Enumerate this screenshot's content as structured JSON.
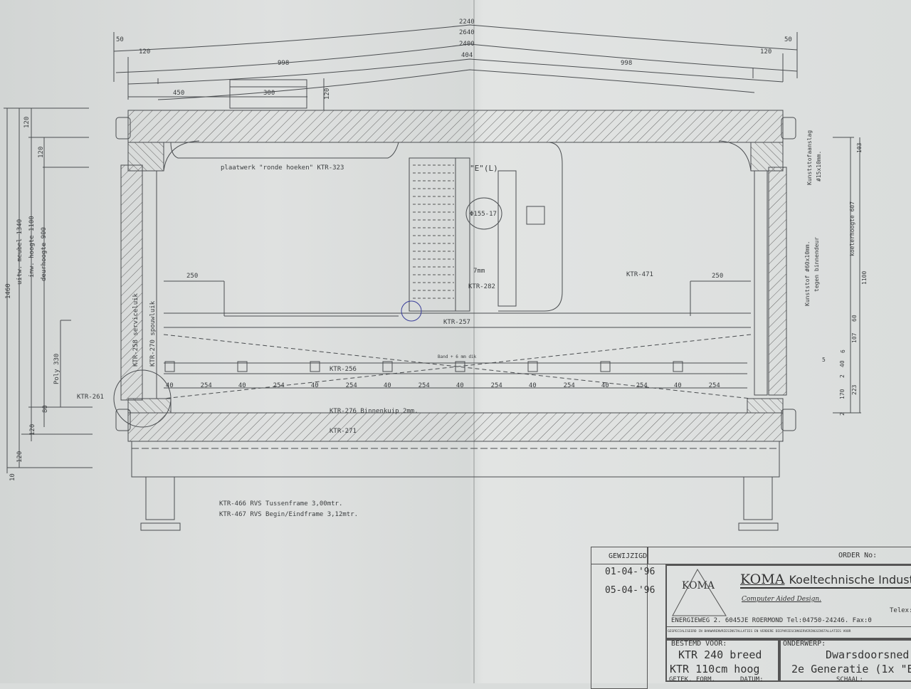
{
  "top_dims": {
    "d2240": "2240",
    "d2640": "2640",
    "d2400": "2400",
    "d404": "404",
    "d50_left": "50",
    "d50_right": "50",
    "d120_left": "120",
    "d120_right": "120",
    "d998_left": "998",
    "d998_right": "998",
    "d450": "450",
    "d300": "300",
    "d120_box": "120"
  },
  "left_dims": {
    "d1460": "1460",
    "uitw": "uitw. meubel 1340",
    "inw": "inw. hoogte 1100",
    "deur": "deurhoogte 900",
    "poly": "Poly 330",
    "d80": "80",
    "d120_a": "120",
    "d120_b": "120",
    "d120_c": "120",
    "d120_d": "120",
    "d10": "10"
  },
  "right_dims": {
    "d103": "103",
    "koeler": "koelerhoogte 607",
    "d1100": "1100",
    "d60": "60",
    "d107": "107",
    "d6": "6",
    "d5": "5",
    "d2": "2",
    "d40": "40",
    "d170": "170",
    "d223": "223",
    "d2b": "2",
    "kunststof_aanslag": "Kunststofaanslag",
    "aanslag_size": "#15x10mm.",
    "kunststof_deur": "Kunststof #60x10mm.",
    "tegen": "tegen binnendeur"
  },
  "labels": {
    "plaatwerk": "plaatwerk \"ronde hoeken\" KTR-323",
    "e_label": "\"E\"(L)",
    "phi": "Φ155-17",
    "mm7": "7mm",
    "ktr282": "KTR-282",
    "ktr471": "KTR-471",
    "ktr257": "KTR-257",
    "d250_left": "250",
    "d250_right": "250",
    "band": "Band + 6 mm dik",
    "ktr256": "KTR-256",
    "ktr276": "KTR-276 Binnenkuip 2mm.",
    "ktr271": "KTR-271",
    "ktr261": "KTR-261",
    "ktr258": "KTR-258 serviceluik",
    "ktr270": "KTR-270 spouwluik",
    "ktr466": "KTR-466 RVS Tussenframe 3,00mtr.",
    "ktr467": "KTR-467 RVS Begin/Eindframe 3,12mtr."
  },
  "shelf_dims": [
    "40",
    "254",
    "40",
    "254",
    "40",
    "254",
    "40",
    "254",
    "40",
    "254",
    "40",
    "254",
    "40",
    "254",
    "40",
    "254"
  ],
  "title_block": {
    "gewijzigd": "GEWIJZIGD",
    "dates": [
      "01-04-'96",
      "05-04-'96"
    ],
    "order": "ORDER No:",
    "logo_text": "KOMA",
    "company_brand": "KOMA",
    "company_rest": "Koeltechnische Indust",
    "cad": "Computer Aided Design.",
    "telex": "Telex:",
    "address": "ENERGIEWEG 2.  6045JE ROERMOND  Tel:04750-24246.  Fax:0",
    "specialised": "GESPECIALISEERD IN BAKWARENVRIESINSTALLATIES EN VERDERE DIEPVRIESCONSERVERINGSINSTALLATIES VOOR",
    "bestemd_label": "BESTEMD VOOR:",
    "bestemd_1": "KTR 240 breed",
    "bestemd_2": "KTR 110cm hoog",
    "onderwerp_label": "ONDERWERP:",
    "onderwerp_1": "Dwarsdoorsned",
    "onderwerp_2": "2e Generatie (1x \"E\"",
    "getek": "GETEK.  FORM.",
    "datum": "DATUM:",
    "schaal": "SCHAAL:"
  },
  "colors": {
    "line": "#4a4d50",
    "paper": "#dcdfde",
    "ink_blue": "#3a3f9a"
  }
}
